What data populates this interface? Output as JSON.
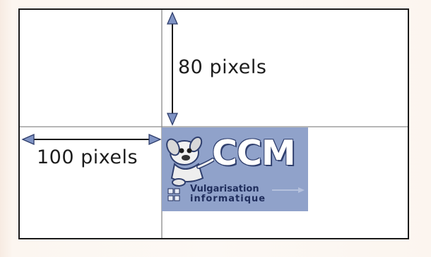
{
  "annotations": {
    "vertical_offset_label": "80 pixels",
    "horizontal_offset_label": "100 pixels"
  },
  "logo": {
    "title": "CCM",
    "subtitle_line1": "Vulgarisation",
    "subtitle_line2": "informatique",
    "background_color": "#90a2ca"
  },
  "colors": {
    "frame_line": "#1a1a1a",
    "guide_line": "#8a8a8a",
    "arrow_head_fill": "#7f93c4",
    "arrow_head_stroke": "#2e3d6b"
  },
  "icons": [
    "dog-mascot-icon",
    "grid-squares-icon",
    "arrow-right-icon"
  ]
}
